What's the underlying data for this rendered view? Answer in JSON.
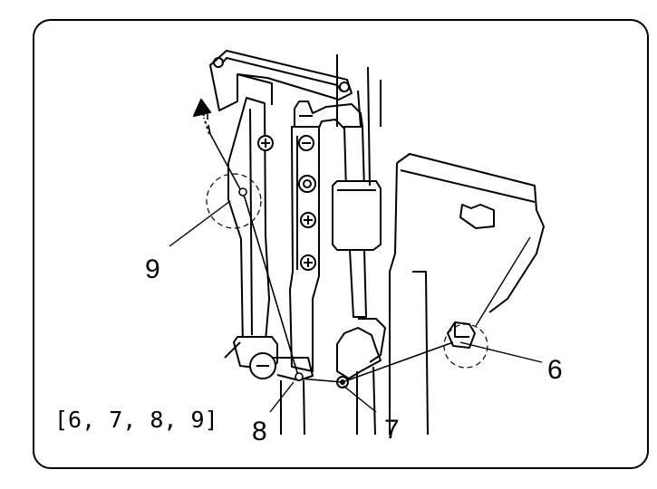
{
  "callouts": {
    "c6": "6",
    "c7": "7",
    "c8": "8",
    "c9": "9"
  },
  "reference": "[6, 7, 8, 9]"
}
